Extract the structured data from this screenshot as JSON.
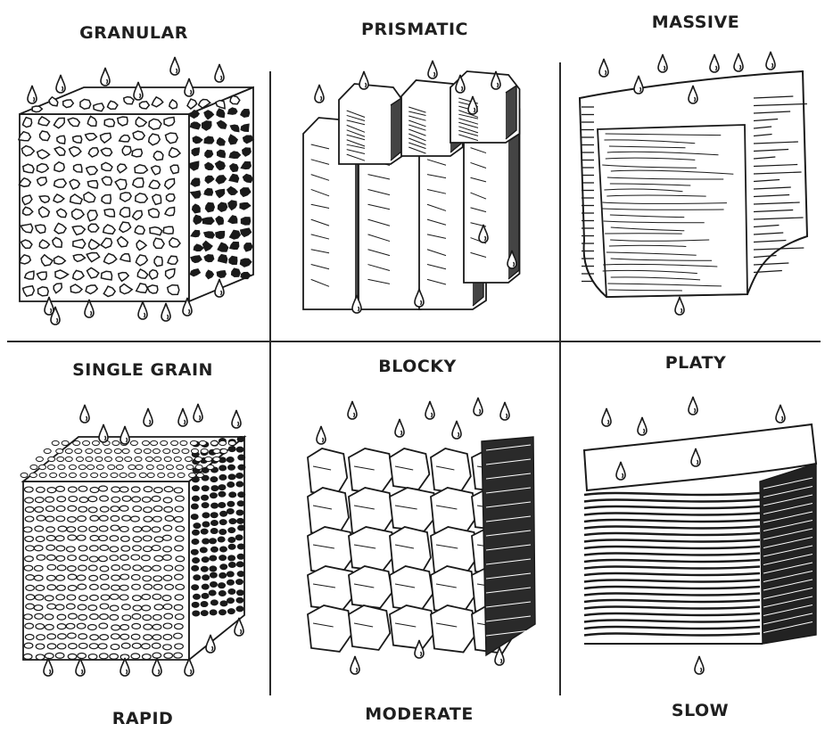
{
  "structures": {
    "granular": "GRANULAR",
    "prismatic": "PRISMATIC",
    "massive": "MASSIVE",
    "single_grain": "SINGLE GRAIN",
    "blocky": "BLOCKY",
    "platy": "PLATY"
  },
  "permeability": {
    "rapid": "RAPID",
    "moderate": "MODERATE",
    "slow": "SLOW"
  },
  "colors": {
    "ink": "#1a1a1a",
    "paper": "#ffffff"
  }
}
